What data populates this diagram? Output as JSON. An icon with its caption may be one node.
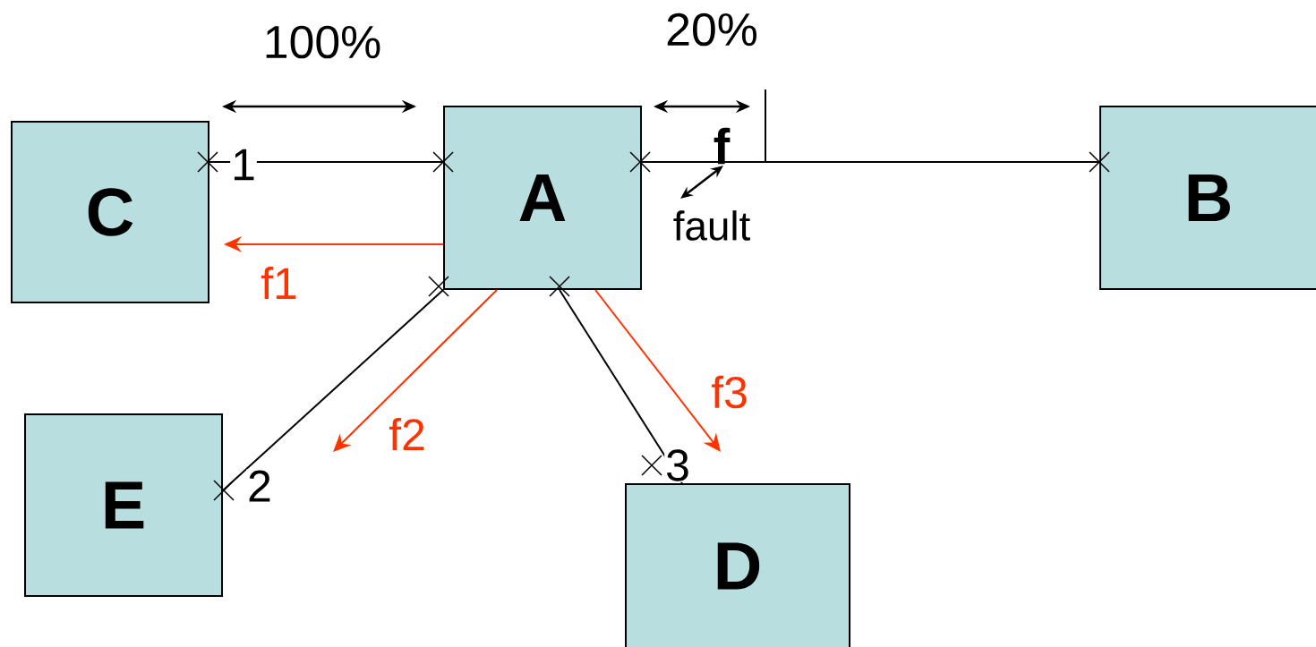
{
  "diagram": {
    "nodes": [
      {
        "text": [
          "C"
        ]
      },
      {
        "text": [
          "A"
        ]
      },
      {
        "text": [
          "B"
        ]
      },
      {
        "text": [
          "E"
        ]
      },
      {
        "text": [
          "D"
        ]
      }
    ],
    "edges": [
      {
        "from": 0,
        "to": 1,
        "arrow": "none",
        "label": "1"
      },
      {
        "from": 1,
        "to": 2,
        "arrow": "none"
      },
      {
        "from": 1,
        "to": 3,
        "arrow": "none",
        "label": "2"
      },
      {
        "from": 1,
        "to": 4,
        "arrow": "none",
        "label": "3"
      },
      {
        "from": 1,
        "to": 0,
        "arrow": "to",
        "color": "#ff3300",
        "label": "f1"
      },
      {
        "from": 1,
        "to": null,
        "arrow": "to",
        "color": "#ff3300",
        "label": "f2"
      },
      {
        "from": 1,
        "to": null,
        "arrow": "to",
        "color": "#ff3300",
        "label": "f3"
      }
    ],
    "labels": [
      "100%",
      "20%",
      "f",
      "fault"
    ]
  }
}
